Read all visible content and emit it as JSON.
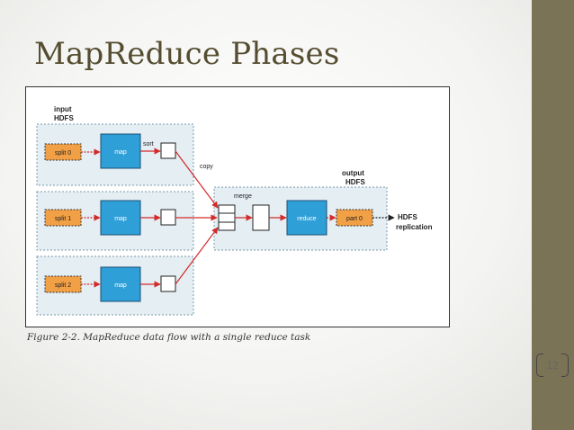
{
  "slide": {
    "title": "MapReduce Phases",
    "page_number": "12",
    "caption": "Figure 2-2. MapReduce data flow with a single reduce task"
  },
  "diagram": {
    "input_label_line1": "input",
    "input_label_line2": "HDFS",
    "output_label_line1": "output",
    "output_label_line2": "HDFS",
    "splits": [
      "split 0",
      "split 1",
      "split 2"
    ],
    "map_label": "map",
    "sort_label": "sort",
    "copy_label": "copy",
    "merge_label": "merge",
    "reduce_label": "reduce",
    "part_label": "part 0",
    "hdfs_line1": "HDFS",
    "hdfs_line2": "replication"
  },
  "colors": {
    "sidebar": "#7b7356",
    "title": "#554d30",
    "map_fill": "#2f9fd8",
    "split_fill": "#f2a046",
    "arrow": "#d42a2a",
    "region_fill": "#e4eef3"
  }
}
